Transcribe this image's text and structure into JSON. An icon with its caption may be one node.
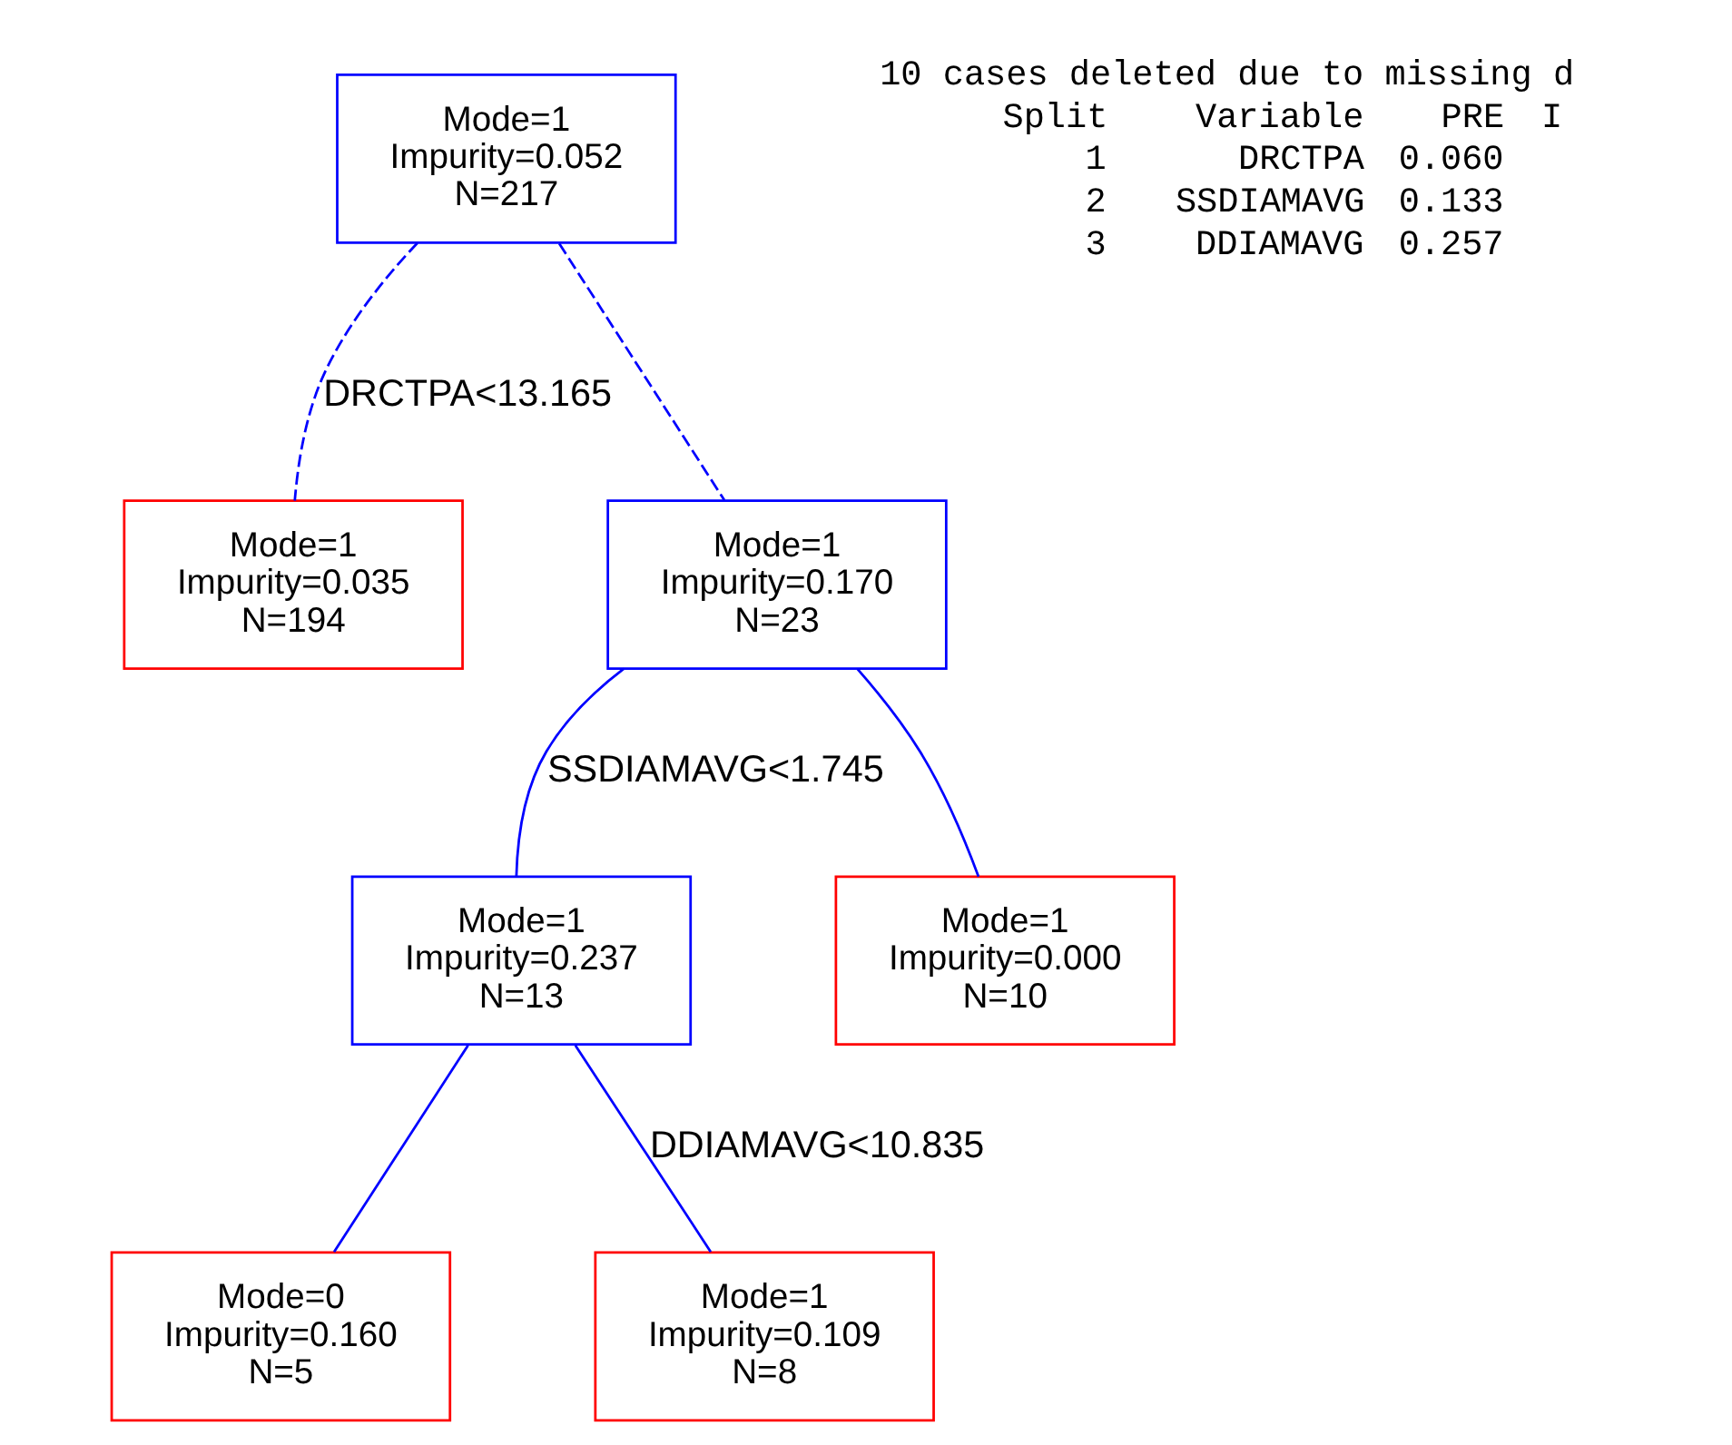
{
  "diagram": {
    "nodes": [
      {
        "text": [
          "Mode=1",
          "Impurity=0.052",
          "N=217"
        ]
      },
      {
        "text": [
          "Mode=1",
          "Impurity=0.035",
          "N=194"
        ]
      },
      {
        "text": [
          "Mode=1",
          "Impurity=0.170",
          "N=23"
        ]
      },
      {
        "text": [
          "Mode=1",
          "Impurity=0.237",
          "N=13"
        ]
      },
      {
        "text": [
          "Mode=1",
          "Impurity=0.000",
          "N=10"
        ]
      },
      {
        "text": [
          "Mode=0",
          "Impurity=0.160",
          "N=5"
        ]
      },
      {
        "text": [
          "Mode=1",
          "Impurity=0.109",
          "N=8"
        ]
      }
    ],
    "edges": [
      {
        "from": 0,
        "to": 1,
        "arrow": "none",
        "label": "DRCTPA<13.165",
        "style": "dashed"
      },
      {
        "from": 0,
        "to": 2,
        "arrow": "none",
        "style": "dashed"
      },
      {
        "from": 2,
        "to": 3,
        "arrow": "none",
        "label": "SSDIAMAVG<1.745"
      },
      {
        "from": 2,
        "to": 4,
        "arrow": "none"
      },
      {
        "from": 3,
        "to": 5,
        "arrow": "none"
      },
      {
        "from": 3,
        "to": 6,
        "arrow": "none",
        "label": "DDIAMAVG<10.835"
      }
    ],
    "labels": [
      "10 cases deleted due to missing d",
      "Split",
      "Variable",
      "PRE",
      "I",
      "1",
      "DRCTPA",
      "0.060",
      "2",
      "SSDIAMAVG",
      "0.133",
      "3",
      "DDIAMAVG",
      "0.257"
    ]
  }
}
